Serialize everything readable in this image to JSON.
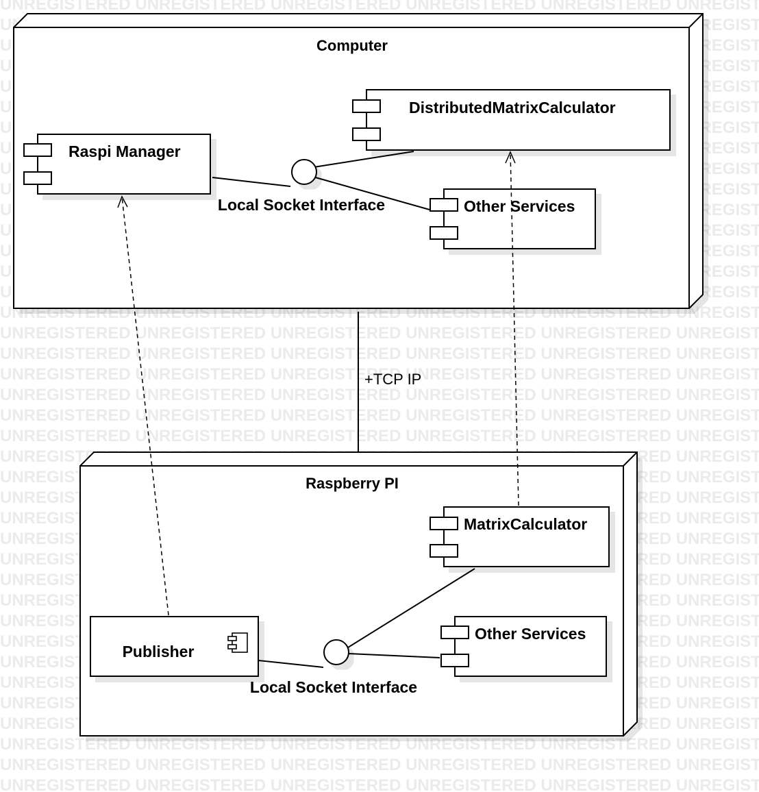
{
  "watermark": "UNREGISTERED",
  "nodes": {
    "computer": {
      "title": "Computer"
    },
    "raspberry": {
      "title": "Raspberry PI"
    }
  },
  "computer": {
    "raspi_manager": "Raspi Manager",
    "distributed_calc": "DistributedMatrixCalculator",
    "other_services": "Other Services",
    "socket_label": "Local Socket Interface"
  },
  "raspberry": {
    "matrix_calc": "MatrixCalculator",
    "other_services": "Other Services",
    "publisher": "Publisher",
    "socket_label": "Local Socket Interface"
  },
  "link": {
    "label": "+TCP IP"
  }
}
